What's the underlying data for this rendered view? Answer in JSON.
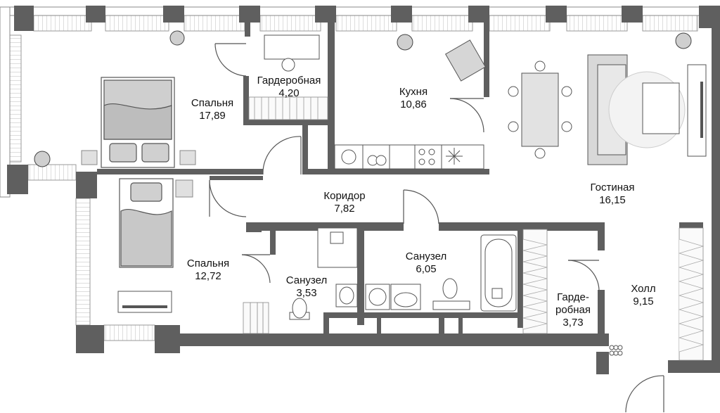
{
  "rooms": {
    "bedroom_large": {
      "name": "Спальня",
      "area": "17,89"
    },
    "wardrobe_top": {
      "name": "Гардеробная",
      "area": "4,20"
    },
    "kitchen": {
      "name": "Кухня",
      "area": "10,86"
    },
    "living": {
      "name": "Гостиная",
      "area": "16,15"
    },
    "corridor": {
      "name": "Коридор",
      "area": "7,82"
    },
    "bedroom_small": {
      "name": "Спальня",
      "area": "12,72"
    },
    "bath_small": {
      "name": "Санузел",
      "area": "3,53"
    },
    "bath_large": {
      "name": "Санузел",
      "area": "6,05"
    },
    "wardrobe_bottom": {
      "name_line1": "Гарде-",
      "name_line2": "робная",
      "area": "3,73"
    },
    "hall": {
      "name": "Холл",
      "area": "9,15"
    }
  },
  "colors": {
    "wall": "#5f5f5f",
    "wall_dark": "#3a3a3a",
    "furniture_fill": "#e6e6e6",
    "furniture_stroke": "#555555",
    "window": "#cfcfcf"
  }
}
